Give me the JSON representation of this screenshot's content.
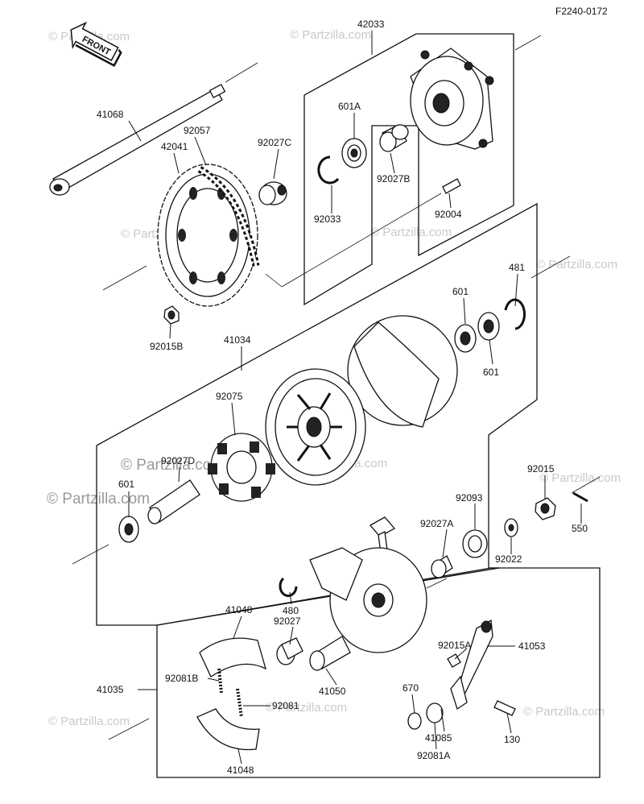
{
  "figure_code": "F2240-0172",
  "front_label": "FRONT",
  "watermark": "© Partzilla.com",
  "parts": {
    "p42033": "42033",
    "p601A": "601A",
    "p41068": "41068",
    "p92057": "92057",
    "p92027C": "92027C",
    "p42041": "42041",
    "p92027B": "92027B",
    "p92033": "92033",
    "p92004": "92004",
    "p481": "481",
    "p601_top": "601",
    "p601_mid": "601",
    "p92015B": "92015B",
    "p41034": "41034",
    "p92075": "92075",
    "p92027D": "92027D",
    "p601_left": "601",
    "p92015": "92015",
    "p92093": "92093",
    "p92027A": "92027A",
    "p550": "550",
    "p92022": "92022",
    "p480": "480",
    "p41048_top": "41048",
    "p92027": "92027",
    "p92015A": "92015A",
    "p41053": "41053",
    "p92081B": "92081B",
    "p41035": "41035",
    "p41050": "41050",
    "p670": "670",
    "p92081": "92081",
    "p41085": "41085",
    "p130": "130",
    "p92081A": "92081A",
    "p41048_bottom": "41048"
  }
}
